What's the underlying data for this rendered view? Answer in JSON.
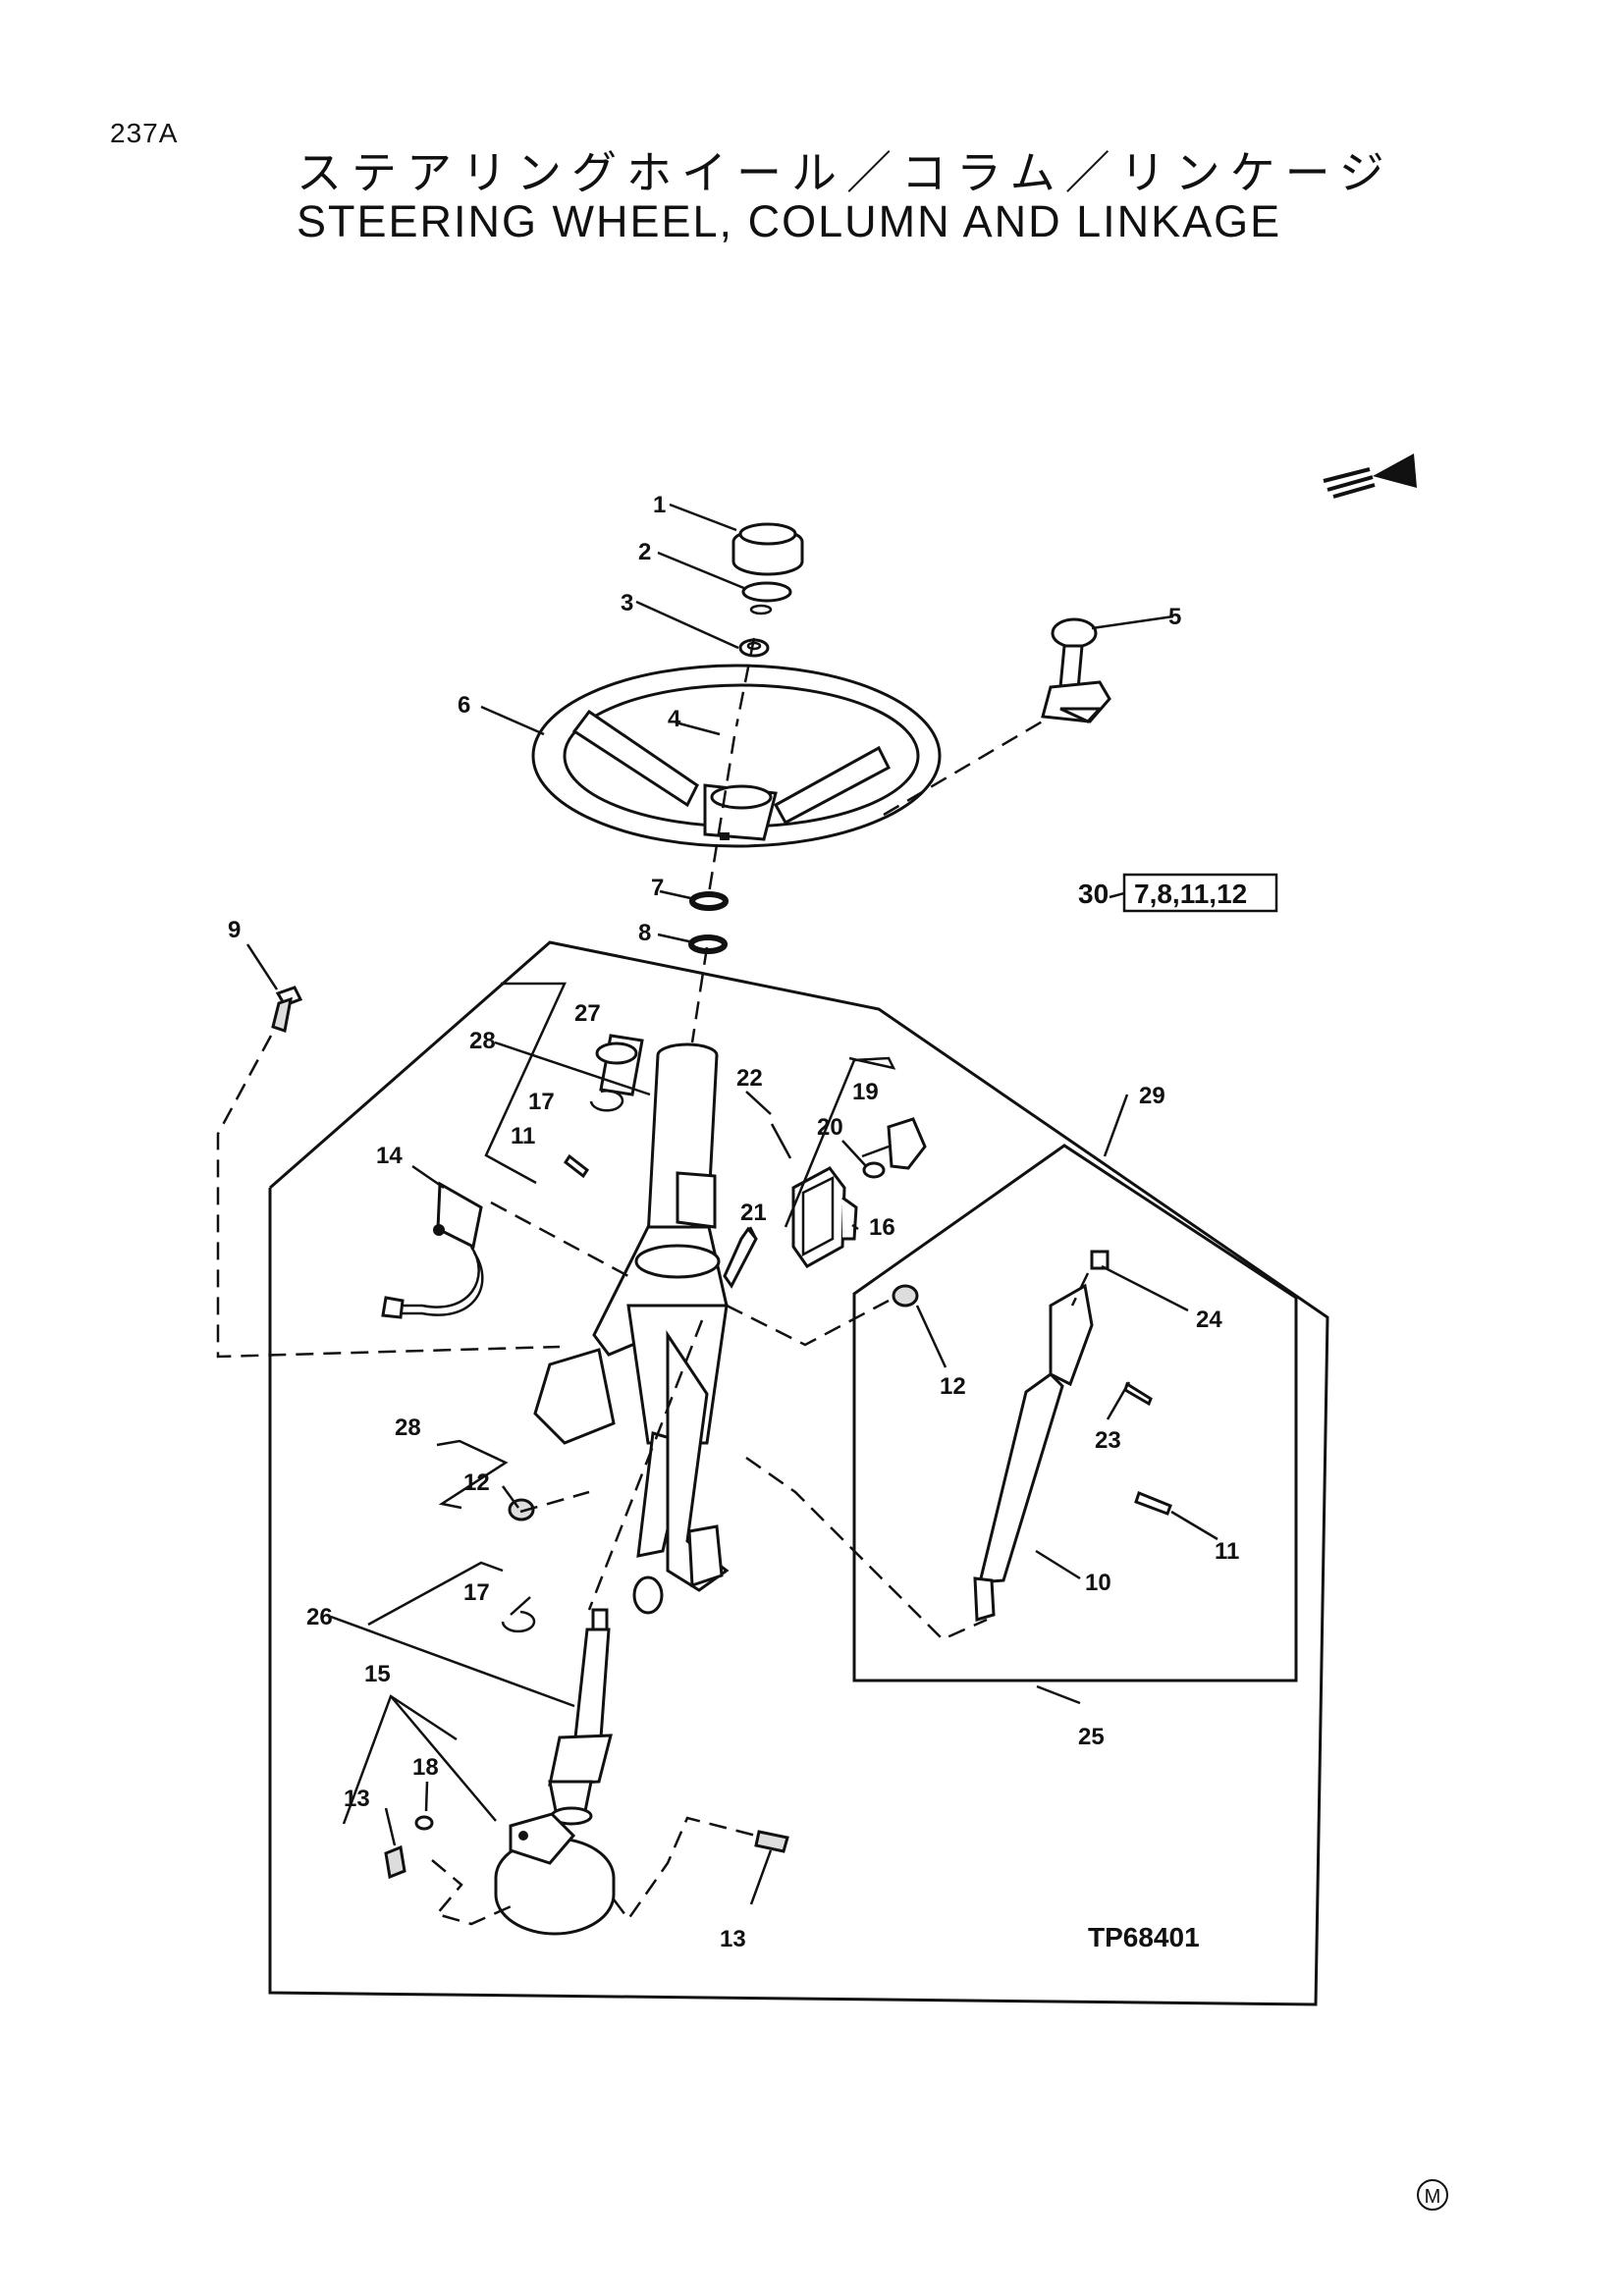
{
  "page_number": "237A",
  "title_jp": "ステアリングホイール／コラム／リンケージ",
  "title_en": "STEERING WHEEL, COLUMN AND LINKAGE",
  "callouts": {
    "p1": "1",
    "p2": "2",
    "p3": "3",
    "p4": "4",
    "p5": "5",
    "p6": "6",
    "p7": "7",
    "p8": "8",
    "p9": "9",
    "p10": "10",
    "p11a": "11",
    "p11b": "11",
    "p12a": "12",
    "p12b": "12",
    "p13a": "13",
    "p13b": "13",
    "p14": "14",
    "p15": "15",
    "p16": "16",
    "p17a": "17",
    "p17b": "17",
    "p18": "18",
    "p19": "19",
    "p20": "20",
    "p21": "21",
    "p22": "22",
    "p23": "23",
    "p24": "24",
    "p25": "25",
    "p26": "26",
    "p27": "27",
    "p28a": "28",
    "p28b": "28",
    "p29": "29"
  },
  "kit_ref": {
    "number": "30",
    "parts": "7,8,11,12"
  },
  "drawing_id": "TP68401",
  "mark": "M",
  "icons": [
    "front-direction-arrow-icon",
    "m-circle-mark-icon"
  ]
}
